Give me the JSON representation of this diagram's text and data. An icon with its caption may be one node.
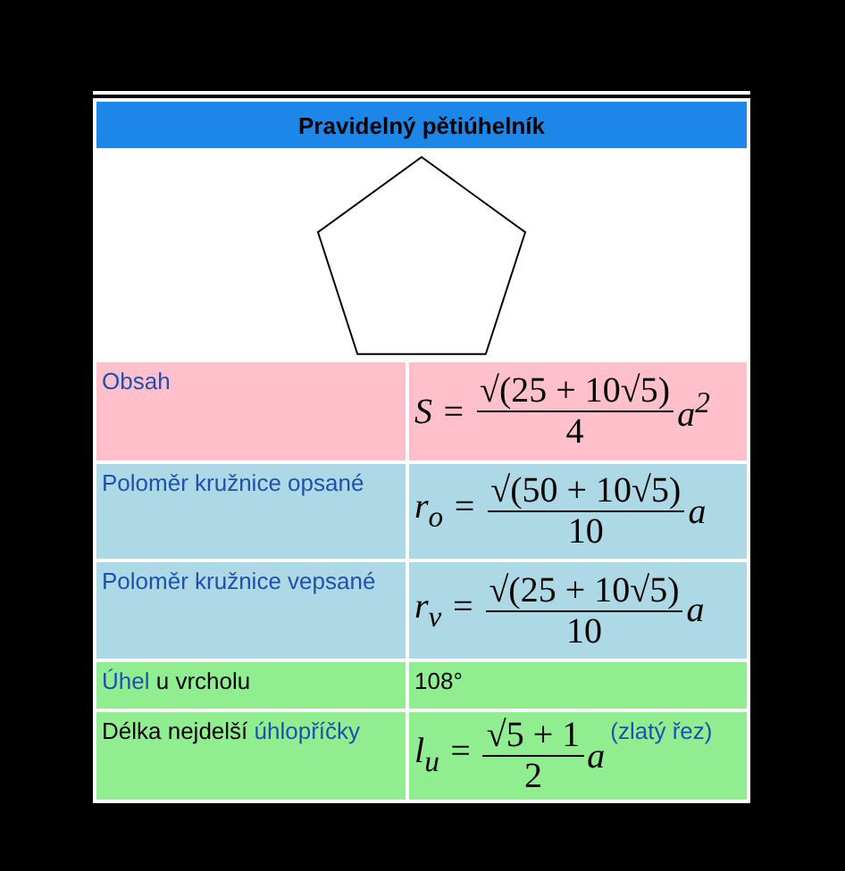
{
  "diagram": {
    "title": "Pravidelný pětiúhelník",
    "labels": [
      "Obsah",
      "S =",
      "√(25 + 10√5)",
      "4",
      "a$^{2}$",
      "Poloměr kružnice opsané",
      "r$_{o}$ =",
      "√(50 + 10√5)",
      "10",
      "a",
      "Poloměr kružnice vepsané",
      "r$_{v}$ =",
      "√(25 + 10√5)",
      "10",
      "a",
      "Úhel",
      "u vrcholu",
      "108°",
      "Délka nejdelší",
      "úhlopříčky",
      "l$_{u}$ =",
      "√5 + 1",
      "2",
      "a",
      "(zlatý řez)"
    ]
  }
}
